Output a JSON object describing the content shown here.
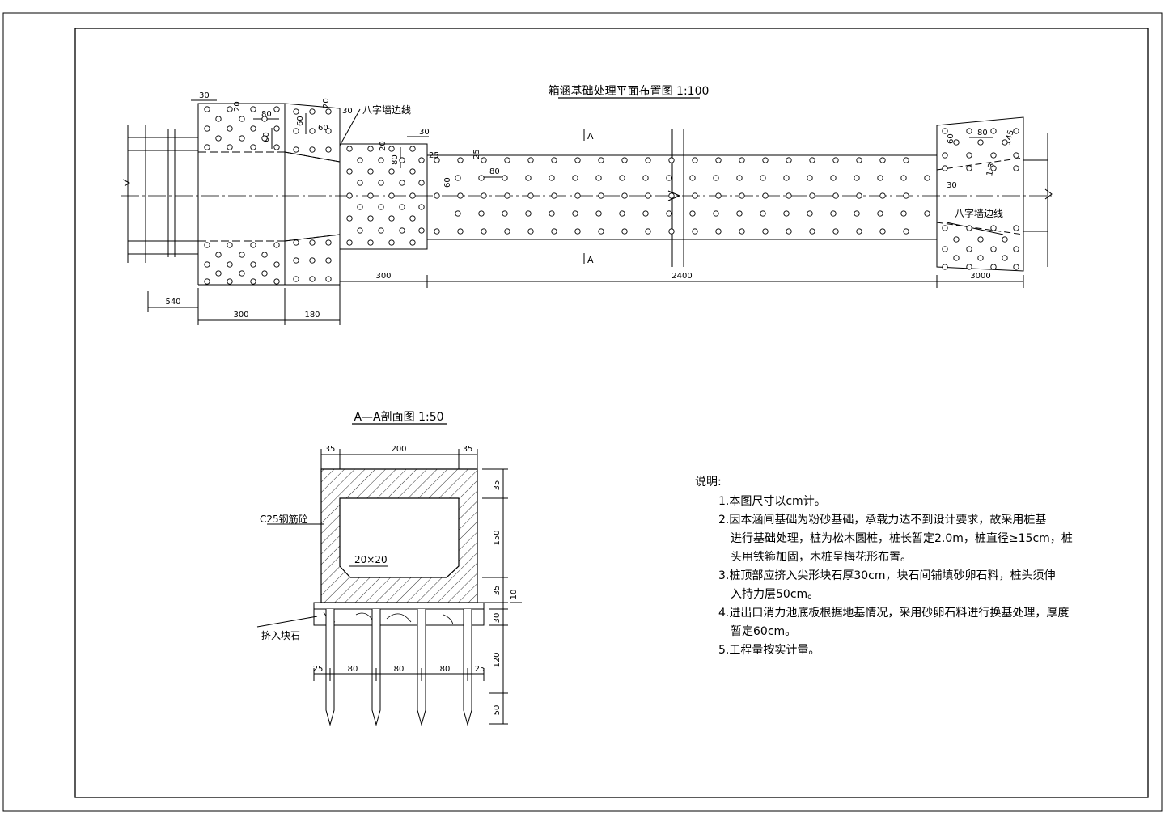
{
  "plan": {
    "title": "箱涵基础处理平面布置图  1:100",
    "section_mark_top": "A",
    "section_mark_bottom": "A",
    "label_wing_left": "八字墙边线",
    "label_wing_right": "八字墙边线",
    "dims": {
      "d540": "540",
      "d300a": "300",
      "d180": "180",
      "d300b": "300",
      "d2400": "2400",
      "d3000": "3000",
      "d30a": "30",
      "d20a": "20",
      "d80a": "80",
      "d60a": "60",
      "d60b": "60",
      "d20b": "20",
      "d30b": "30",
      "d60c": "60",
      "d30c": "30",
      "d20c": "20",
      "d80b": "80",
      "d25a": "25",
      "d25b": "25",
      "d60d": "60",
      "d80c": "80",
      "d80d": "80",
      "d60e": "60",
      "d145": "145",
      "d13": "1:3",
      "d30d": "30"
    }
  },
  "section": {
    "title": "A—A剖面图  1:50",
    "label_concrete": "C25钢筋砼",
    "label_chamfer": "20×20",
    "label_stone": "挤入块石",
    "dims_top": [
      "35",
      "200",
      "35"
    ],
    "dims_right": [
      "35",
      "150",
      "35",
      "10",
      "30",
      "120",
      "50"
    ],
    "dims_bottom": [
      "25",
      "80",
      "80",
      "80",
      "25"
    ]
  },
  "notes": {
    "heading": "说明:",
    "lines": [
      "1.本图尺寸以cm计。",
      "2.因本涵闸基础为粉砂基础，承载力达不到设计要求，故采用桩基",
      "进行基础处理，桩为松木圆桩，桩长暂定2.0m，桩直径≥15cm，桩",
      "头用铁箍加固，木桩呈梅花形布置。",
      "3.桩顶部应挤入尖形块石厚30cm，块石间铺填砂卵石料，桩头须伸",
      "入持力层50cm。",
      "4.进出口消力池底板根据地基情况，采用砂卵石料进行换基处理，厚度",
      "暂定60cm。",
      "5.工程量按实计量。"
    ]
  }
}
